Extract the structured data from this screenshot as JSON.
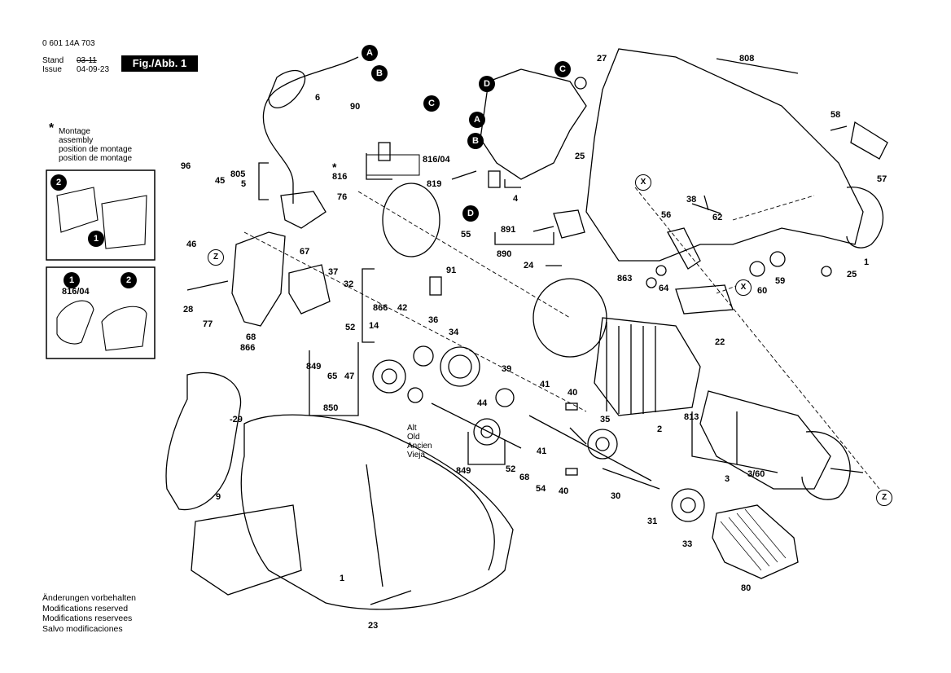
{
  "header": {
    "part_number": "0 601 14A 703",
    "stand_label": "Stand",
    "stand_value": "03-11",
    "issue_label": "Issue",
    "issue_value": "04-09-23",
    "figure_label": "Fig./Abb. 1"
  },
  "montage_note": {
    "asterisk": "*",
    "lines": [
      "Montage",
      "assembly",
      "position de montage",
      "position de montage"
    ]
  },
  "footer": {
    "lines": [
      "Änderungen vorbehalten",
      "Modifications reserved",
      "Modifications reservees",
      "Salvo modificaciones"
    ]
  },
  "alt_note": [
    "Alt",
    "Old",
    "Ancien",
    "Vieja"
  ],
  "inset_top": {
    "marker_2": "2",
    "marker_1": "1"
  },
  "inset_bottom": {
    "marker_1": "1",
    "marker_2": "2",
    "label": "816/04"
  },
  "connectors": {
    "A": "A",
    "B": "B",
    "C": "C",
    "D": "D",
    "X": "X",
    "Z": "Z"
  },
  "part_labels": {
    "p6": "6",
    "p90": "90",
    "p96": "96",
    "p45": "45",
    "p805": "805",
    "p5": "5",
    "p816": "816",
    "p816_04": "816/04",
    "p76": "76",
    "p46": "46",
    "p4": "4",
    "p819": "819",
    "p891": "891",
    "p890": "890",
    "p67": "67",
    "p37": "37",
    "p32": "32",
    "p866": "866",
    "p28": "28",
    "p77": "77",
    "p68": "68",
    "p866b": "866",
    "p91": "91",
    "p24": "24",
    "p55": "55",
    "p14": "14",
    "p52": "52",
    "p42": "42",
    "p36": "36",
    "p34": "34",
    "p849": "849",
    "p65": "65",
    "p47": "47",
    "p850": "850",
    "p39": "39",
    "p44": "44",
    "p41": "41",
    "p40": "40",
    "p35": "35",
    "p849b": "849",
    "p52b": "52",
    "p68b": "68",
    "p41b": "41",
    "p54": "54",
    "p40b": "40",
    "p30": "30",
    "p31": "31",
    "p33": "33",
    "p80": "80",
    "p2": "2",
    "p813": "813",
    "p3": "3",
    "p3_60": "3/60",
    "p22": "22",
    "p863": "863",
    "p64": "64",
    "p60": "60",
    "p59": "59",
    "p25": "25",
    "p1": "1",
    "p56": "56",
    "p62": "62",
    "p38": "38",
    "p57": "57",
    "p58": "58",
    "p25b": "25",
    "p27": "27",
    "p808": "808",
    "p29": "-29",
    "p9": "9",
    "p1b": "1",
    "p23": "23"
  }
}
